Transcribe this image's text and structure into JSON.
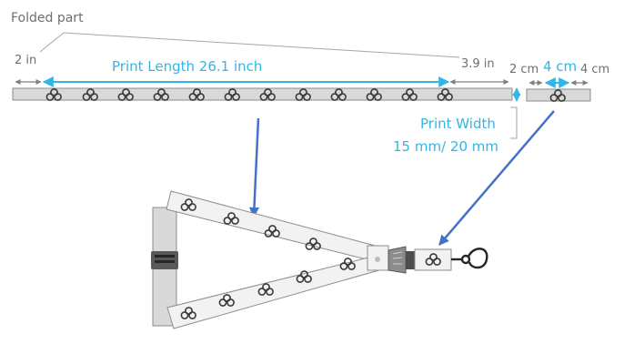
{
  "labels": {
    "folded_part": "Folded part",
    "left_margin": "2 in",
    "print_length": "Print Length 26.1 inch",
    "right_margin": "3.9 in",
    "tab_left": "2 cm",
    "tab_print": "4 cm",
    "tab_right": "4 cm",
    "print_width_title": "Print Width",
    "print_width_value": "15 mm/ 20 mm"
  },
  "colors": {
    "strap_fill": "#d9d9d9",
    "strap_stroke": "#8c8c8c",
    "print_arrow": "#33b5e5",
    "pointer_arrow": "#4472c4",
    "dim_arrow": "#7f7f7f",
    "label_gray": "#6f6f6f"
  },
  "icons": {
    "logo": "triple-ring-logo-icon",
    "buckle": "breakaway-buckle-icon",
    "clasp": "quick-release-clasp-icon",
    "hook": "lobster-claw-hook-icon"
  }
}
